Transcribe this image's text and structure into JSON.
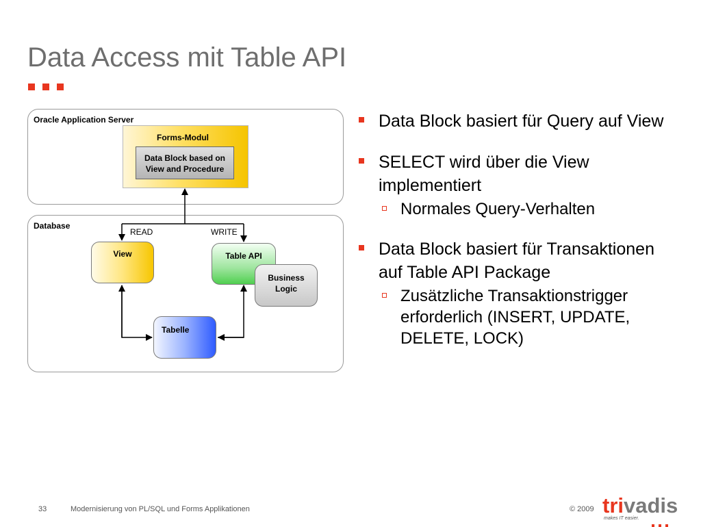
{
  "slide": {
    "title": "Data Access mit Table API"
  },
  "diagram": {
    "app_server_label": "Oracle Application Server",
    "forms_modul_label": "Forms-Modul",
    "data_block_line1": "Data Block based on",
    "data_block_line2": "View and Procedure",
    "database_label": "Database",
    "read_label": "READ",
    "write_label": "WRITE",
    "view_label": "View",
    "table_api_label": "Table API",
    "business_logic_line1": "Business",
    "business_logic_line2": "Logic",
    "tabelle_label": "Tabelle"
  },
  "bullets": [
    {
      "text": "Data Block basiert für Query auf View",
      "sub": []
    },
    {
      "text": "SELECT wird über die View implementiert",
      "sub": [
        "Normales Query-Verhalten"
      ]
    },
    {
      "text": "Data Block basiert für Transaktionen auf Table API Package",
      "sub": [
        "Zusätzliche Transaktionstrigger erforderlich (INSERT, UPDATE, DELETE, LOCK)"
      ]
    }
  ],
  "footer": {
    "page_number": "33",
    "presentation_title": "Modernisierung von PL/SQL und Forms Applikationen",
    "copyright": "© 2009",
    "logo_text_part1": "tri",
    "logo_text_part2": "vadis",
    "logo_tagline": "makes IT easier."
  },
  "colors": {
    "accent": "#e8361f",
    "title_gray": "#6e6e6e"
  }
}
